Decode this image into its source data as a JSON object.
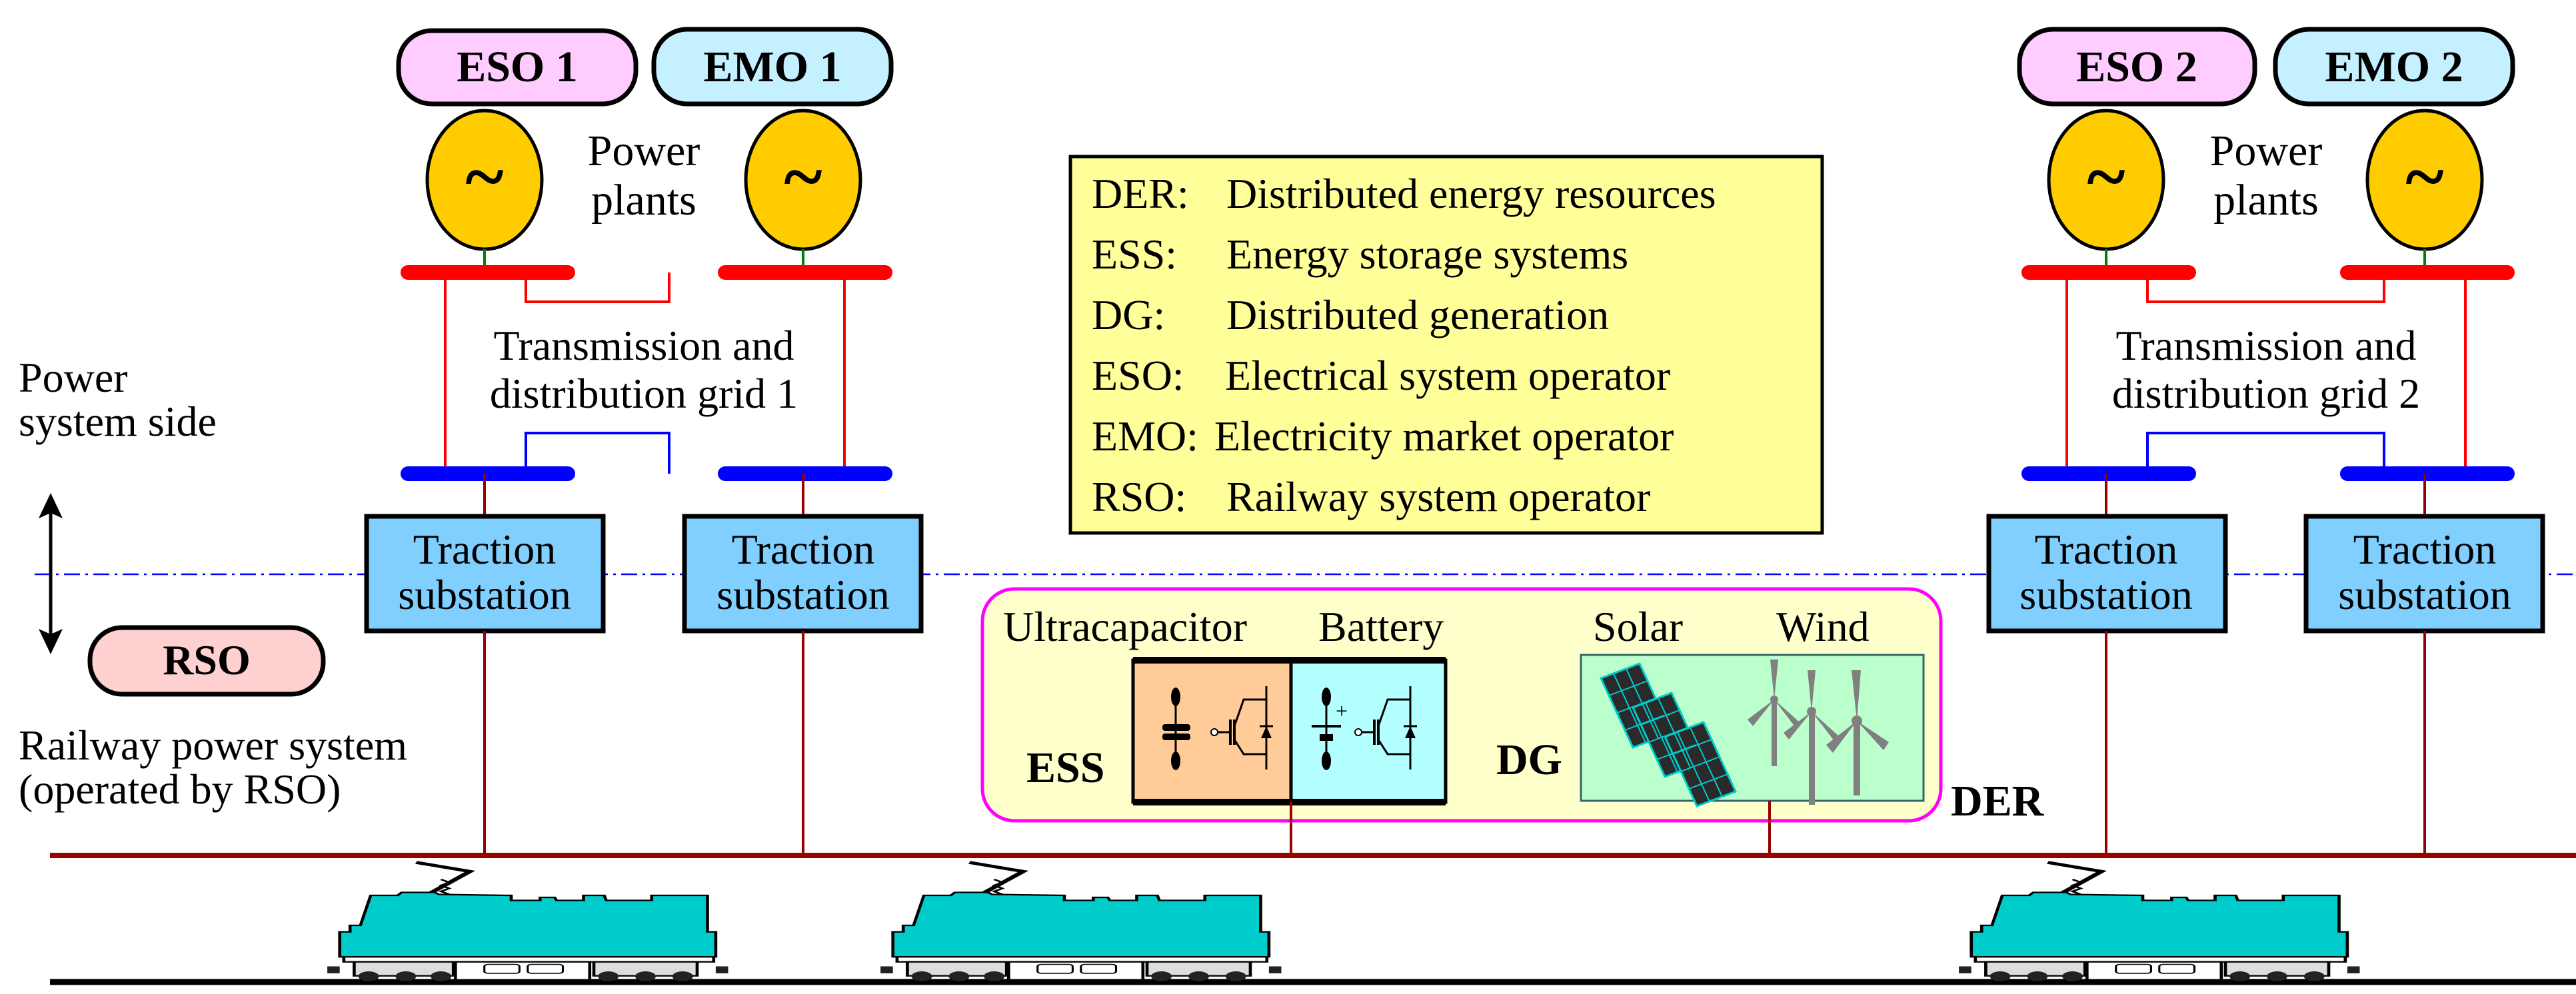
{
  "operators": {
    "eso1": "ESO 1",
    "emo1": "EMO 1",
    "eso2": "ESO 2",
    "emo2": "EMO 2",
    "rso": "RSO"
  },
  "power_plants": {
    "label_line1": "Power",
    "label_line2": "plants",
    "generator_symbol": "~"
  },
  "grids": [
    {
      "line1": "Transmission and",
      "line2": "distribution grid 1"
    },
    {
      "line1": "Transmission and",
      "line2": "distribution grid 2"
    }
  ],
  "traction_substation": {
    "line1": "Traction",
    "line2": "substation"
  },
  "side_labels": {
    "power_side_line1": "Power",
    "power_side_line2": "system side",
    "railway_line1": "Railway power system",
    "railway_line2": "(operated by RSO)"
  },
  "legend": [
    {
      "abbr": "DER:",
      "text": "Distributed energy resources"
    },
    {
      "abbr": "ESS:",
      "text": "Energy storage systems"
    },
    {
      "abbr": "DG:",
      "text": "Distributed generation"
    },
    {
      "abbr": "ESO:",
      "text": "Electrical system operator"
    },
    {
      "abbr": "EMO:",
      "text": "Electricity market operator"
    },
    {
      "abbr": "RSO:",
      "text": "Railway system operator"
    }
  ],
  "der": {
    "label": "DER",
    "ess_label": "ESS",
    "dg_label": "DG",
    "ultracapacitor": "Ultracapacitor",
    "battery": "Battery",
    "solar": "Solar",
    "wind": "Wind",
    "battery_plus": "+"
  },
  "colors": {
    "eso_fill": "#ffccff",
    "emo_fill": "#c4f0ff",
    "rso_fill": "#ffd0d0",
    "generator_fill": "#ffcc00",
    "transmission_red": "#ff0000",
    "distribution_blue": "#0000ff",
    "rail_feeder": "#990000",
    "substation_fill": "#80cfff",
    "legend_fill": "#ffff99",
    "der_fill": "#ffffcc",
    "der_border": "#ff00ff",
    "ultracap_fill": "#ffcc99",
    "battery_fill": "#b3ffff",
    "dg_fill": "#bbffcc",
    "train_fill": "#00cccc"
  }
}
